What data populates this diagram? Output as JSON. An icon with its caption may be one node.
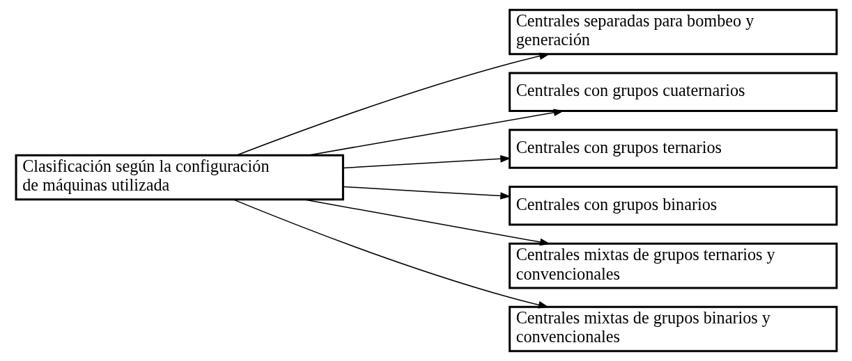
{
  "diagram": {
    "nodes": [
      {
        "text": [
          "Clasificación según la configuración de máquinas utilizada"
        ]
      },
      {
        "text": [
          "Centrales separadas para bombeo y generación"
        ]
      },
      {
        "text": [
          "Centrales con grupos cuaternarios"
        ]
      },
      {
        "text": [
          "Centrales con grupos ternarios"
        ]
      },
      {
        "text": [
          "Centrales con grupos binarios"
        ]
      },
      {
        "text": [
          "Centrales mixtas de grupos ternarios y convencionales"
        ]
      },
      {
        "text": [
          "Centrales mixtas de grupos binarios y convencionales"
        ]
      }
    ],
    "edges": [
      {
        "from": 0,
        "to": 1,
        "arrow": "to"
      },
      {
        "from": 0,
        "to": 2,
        "arrow": "to"
      },
      {
        "from": 0,
        "to": 3,
        "arrow": "to"
      },
      {
        "from": 0,
        "to": 4,
        "arrow": "to"
      },
      {
        "from": 0,
        "to": 5,
        "arrow": "to"
      },
      {
        "from": 0,
        "to": 6,
        "arrow": "to"
      }
    ]
  }
}
